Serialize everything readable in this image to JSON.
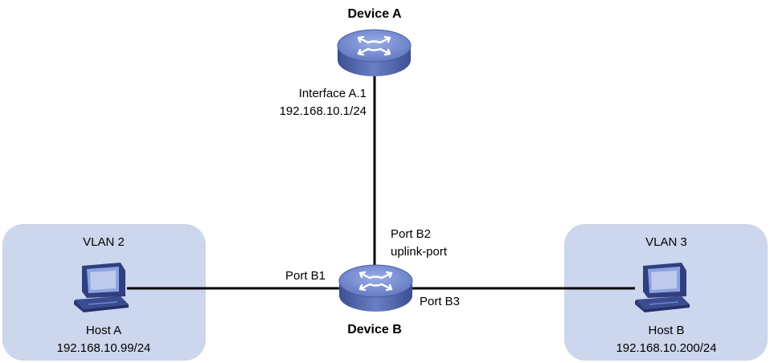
{
  "device_a": {
    "name": "Device A",
    "interface": "Interface A.1",
    "ip": "192.168.10.1/24"
  },
  "device_b": {
    "name": "Device B",
    "port_b1": "Port B1",
    "port_b2": "Port B2",
    "port_b2_role": "uplink-port",
    "port_b3": "Port B3"
  },
  "vlan_left": {
    "name": "VLAN 2",
    "host": "Host A",
    "ip": "192.168.10.99/24"
  },
  "vlan_right": {
    "name": "VLAN 3",
    "host": "Host B",
    "ip": "192.168.10.200/24"
  },
  "icons": {
    "device_a": "router-icon",
    "device_b": "switch-icon",
    "host_a": "pc-icon",
    "host_b": "pc-icon"
  }
}
